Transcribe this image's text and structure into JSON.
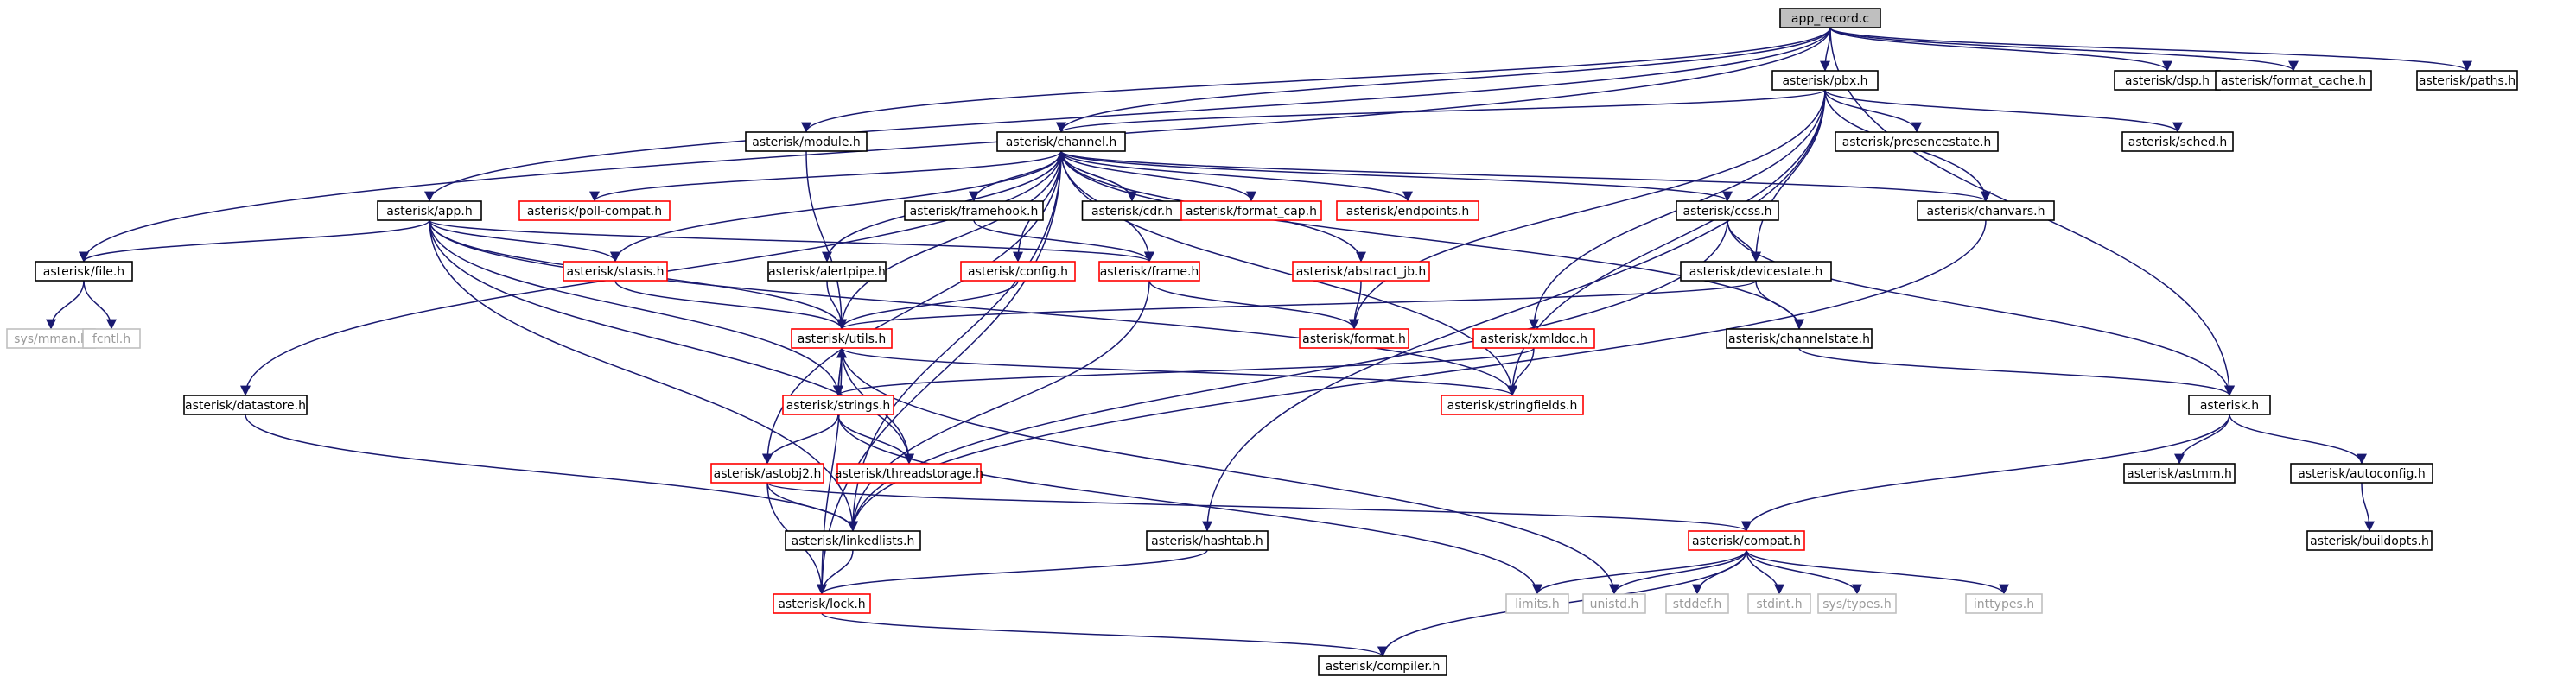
{
  "colors": {
    "normal_border": "#000000",
    "red_border": "#ff0000",
    "gray_border": "#bfbfbf",
    "gray_text": "#9a9a9a",
    "root_fill": "#bfbfbf",
    "edge": "#191970"
  },
  "nodes": {
    "root": {
      "label": "app_record.c"
    },
    "pbx": {
      "label": "asterisk/pbx.h"
    },
    "dsp": {
      "label": "asterisk/dsp.h"
    },
    "format_cache": {
      "label": "asterisk/format_cache.h"
    },
    "paths": {
      "label": "asterisk/paths.h"
    },
    "module": {
      "label": "asterisk/module.h"
    },
    "channel": {
      "label": "asterisk/channel.h"
    },
    "presencestate": {
      "label": "asterisk/presencestate.h"
    },
    "sched": {
      "label": "asterisk/sched.h"
    },
    "app": {
      "label": "asterisk/app.h"
    },
    "poll_compat": {
      "label": "asterisk/poll-compat.h"
    },
    "framehook": {
      "label": "asterisk/framehook.h"
    },
    "cdr": {
      "label": "asterisk/cdr.h"
    },
    "format_cap": {
      "label": "asterisk/format_cap.h"
    },
    "endpoints": {
      "label": "asterisk/endpoints.h"
    },
    "ccss": {
      "label": "asterisk/ccss.h"
    },
    "chanvars": {
      "label": "asterisk/chanvars.h"
    },
    "file": {
      "label": "asterisk/file.h"
    },
    "stasis": {
      "label": "asterisk/stasis.h"
    },
    "alertpipe": {
      "label": "asterisk/alertpipe.h"
    },
    "config": {
      "label": "asterisk/config.h"
    },
    "frame": {
      "label": "asterisk/frame.h"
    },
    "abstract_jb": {
      "label": "asterisk/abstract_jb.h"
    },
    "devicestate": {
      "label": "asterisk/devicestate.h"
    },
    "mman": {
      "label": "sys/mman.h"
    },
    "fcntl": {
      "label": "fcntl.h"
    },
    "utils": {
      "label": "asterisk/utils.h"
    },
    "format": {
      "label": "asterisk/format.h"
    },
    "xmldoc": {
      "label": "asterisk/xmldoc.h"
    },
    "channelstate": {
      "label": "asterisk/channelstate.h"
    },
    "datastore": {
      "label": "asterisk/datastore.h"
    },
    "strings": {
      "label": "asterisk/strings.h"
    },
    "stringfields": {
      "label": "asterisk/stringfields.h"
    },
    "asterisk": {
      "label": "asterisk.h"
    },
    "astobj2": {
      "label": "asterisk/astobj2.h"
    },
    "threadstorage": {
      "label": "asterisk/threadstorage.h"
    },
    "astmm": {
      "label": "asterisk/astmm.h"
    },
    "autoconfig": {
      "label": "asterisk/autoconfig.h"
    },
    "linkedlists": {
      "label": "asterisk/linkedlists.h"
    },
    "hashtab": {
      "label": "asterisk/hashtab.h"
    },
    "compat": {
      "label": "asterisk/compat.h"
    },
    "buildopts": {
      "label": "asterisk/buildopts.h"
    },
    "lock": {
      "label": "asterisk/lock.h"
    },
    "limits": {
      "label": "limits.h"
    },
    "unistd": {
      "label": "unistd.h"
    },
    "stddef": {
      "label": "stddef.h"
    },
    "stdint": {
      "label": "stdint.h"
    },
    "systypes": {
      "label": "sys/types.h"
    },
    "inttypes": {
      "label": "inttypes.h"
    },
    "compiler": {
      "label": "asterisk/compiler.h"
    }
  },
  "edges": [
    [
      "root",
      "pbx"
    ],
    [
      "root",
      "dsp"
    ],
    [
      "root",
      "format_cache"
    ],
    [
      "root",
      "paths"
    ],
    [
      "root",
      "module"
    ],
    [
      "root",
      "channel"
    ],
    [
      "root",
      "app"
    ],
    [
      "root",
      "file"
    ],
    [
      "root",
      "asterisk"
    ],
    [
      "pbx",
      "channel"
    ],
    [
      "pbx",
      "presencestate"
    ],
    [
      "pbx",
      "sched"
    ],
    [
      "pbx",
      "chanvars"
    ],
    [
      "pbx",
      "devicestate"
    ],
    [
      "pbx",
      "xmldoc"
    ],
    [
      "pbx",
      "format"
    ],
    [
      "pbx",
      "stringfields"
    ],
    [
      "pbx",
      "hashtab"
    ],
    [
      "module",
      "utils"
    ],
    [
      "channel",
      "poll_compat"
    ],
    [
      "channel",
      "framehook"
    ],
    [
      "channel",
      "cdr"
    ],
    [
      "channel",
      "format_cap"
    ],
    [
      "channel",
      "endpoints"
    ],
    [
      "channel",
      "ccss"
    ],
    [
      "channel",
      "chanvars"
    ],
    [
      "channel",
      "stasis"
    ],
    [
      "channel",
      "alertpipe"
    ],
    [
      "channel",
      "config"
    ],
    [
      "channel",
      "frame"
    ],
    [
      "channel",
      "abstract_jb"
    ],
    [
      "channel",
      "utils"
    ],
    [
      "channel",
      "channelstate"
    ],
    [
      "channel",
      "datastore"
    ],
    [
      "channel",
      "stringfields"
    ],
    [
      "channel",
      "astobj2"
    ],
    [
      "channel",
      "linkedlists"
    ],
    [
      "channel",
      "lock"
    ],
    [
      "cdr",
      "channel"
    ],
    [
      "framehook",
      "frame"
    ],
    [
      "app",
      "file"
    ],
    [
      "app",
      "stasis"
    ],
    [
      "app",
      "utils"
    ],
    [
      "app",
      "strings"
    ],
    [
      "app",
      "stringfields"
    ],
    [
      "app",
      "threadstorage"
    ],
    [
      "app",
      "linkedlists"
    ],
    [
      "app",
      "frame"
    ],
    [
      "file",
      "mman"
    ],
    [
      "file",
      "fcntl"
    ],
    [
      "stasis",
      "utils"
    ],
    [
      "alertpipe",
      "utils"
    ],
    [
      "config",
      "utils"
    ],
    [
      "frame",
      "format"
    ],
    [
      "frame",
      "linkedlists"
    ],
    [
      "abstract_jb",
      "format"
    ],
    [
      "ccss",
      "devicestate"
    ],
    [
      "ccss",
      "asterisk"
    ],
    [
      "ccss",
      "linkedlists"
    ],
    [
      "chanvars",
      "linkedlists"
    ],
    [
      "devicestate",
      "channelstate"
    ],
    [
      "devicestate",
      "utils"
    ],
    [
      "channelstate",
      "asterisk"
    ],
    [
      "xmldoc",
      "strings"
    ],
    [
      "xmldoc",
      "stringfields"
    ],
    [
      "utils",
      "strings"
    ],
    [
      "utils",
      "stringfields"
    ],
    [
      "utils",
      "lock"
    ],
    [
      "utils",
      "unistd"
    ],
    [
      "strings",
      "utils"
    ],
    [
      "strings",
      "astobj2"
    ],
    [
      "strings",
      "threadstorage"
    ],
    [
      "strings",
      "limits"
    ],
    [
      "threadstorage",
      "utils"
    ],
    [
      "astobj2",
      "linkedlists"
    ],
    [
      "astobj2",
      "lock"
    ],
    [
      "astobj2",
      "compat"
    ],
    [
      "datastore",
      "linkedlists"
    ],
    [
      "asterisk",
      "astmm"
    ],
    [
      "asterisk",
      "autoconfig"
    ],
    [
      "asterisk",
      "compat"
    ],
    [
      "autoconfig",
      "buildopts"
    ],
    [
      "linkedlists",
      "lock"
    ],
    [
      "hashtab",
      "lock"
    ],
    [
      "lock",
      "compiler"
    ],
    [
      "compat",
      "limits"
    ],
    [
      "compat",
      "unistd"
    ],
    [
      "compat",
      "stddef"
    ],
    [
      "compat",
      "stdint"
    ],
    [
      "compat",
      "systypes"
    ],
    [
      "compat",
      "inttypes"
    ],
    [
      "compat",
      "compiler"
    ]
  ]
}
